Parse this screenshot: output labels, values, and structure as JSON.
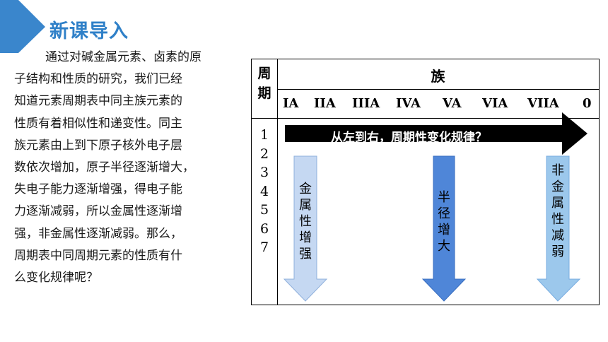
{
  "slide": {
    "title": "新课导入",
    "paragraph_lines": [
      "通过对碱金属元素、卤素的原",
      "子结构和性质的研究，我们已经",
      "知道元素周期表中同主族元素的",
      "性质有着相似性和递变性。同主",
      "族元素由上到下原子核外电子层",
      "数依次增加，原子半径逐渐增大，",
      "失电子能力逐渐增强，得电子能",
      "力逐渐减弱，所以金属性逐渐增",
      "强，非金属性逐渐减弱。那么，",
      "周期表中同周期元素的性质有什",
      "么变化规律呢？"
    ]
  },
  "table": {
    "period_header": [
      "周",
      "期"
    ],
    "group_header": "族",
    "groups": [
      "IA",
      "IIA",
      "IIIA",
      "IVA",
      "VA",
      "VIA",
      "VIIA",
      "0"
    ],
    "periods": [
      "1",
      "2",
      "3",
      "4",
      "5",
      "6",
      "7"
    ],
    "horizontal_arrow_text": "从左到右，周期性变化规律？",
    "vertical_arrows": [
      {
        "chars": [
          "金",
          "属",
          "性",
          "增",
          "强"
        ],
        "color": "#c5d8f2"
      },
      {
        "chars": [
          "半",
          "径",
          "增",
          "大"
        ],
        "color": "#4f86d8"
      },
      {
        "chars": [
          "非",
          "金",
          "属",
          "性",
          "减",
          "弱"
        ],
        "color": "#9cc8ec"
      }
    ]
  },
  "colors": {
    "title": "#2f80c8",
    "corner_shape": "#3a86cc",
    "horizontal_arrow": "#000000"
  }
}
